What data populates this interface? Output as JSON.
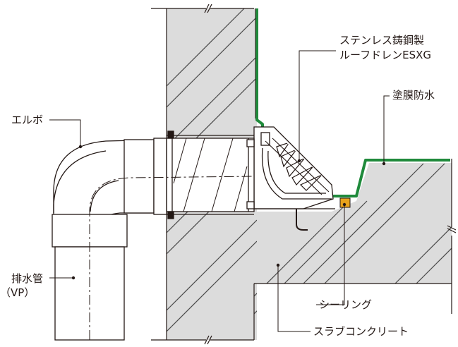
{
  "labels": {
    "drain_line1": "ステンレス鋳鋼製",
    "drain_line2": "ルーフドレンESXG",
    "waterproofing": "塗膜防水",
    "elbow": "エルボ",
    "pipe_line1": "排水管",
    "pipe_line2": "（VP）",
    "sealing": "シーリング",
    "slab": "スラブコンクリート"
  },
  "colors": {
    "concrete": "#dcdcdc",
    "membrane": "#1f8a3b",
    "sealant": "#e8a21b",
    "line": "#231815"
  }
}
